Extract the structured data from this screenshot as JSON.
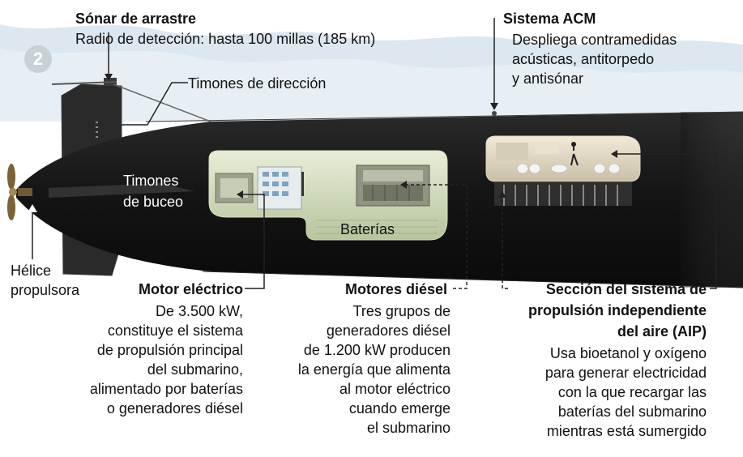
{
  "badge": "2",
  "colors": {
    "hull": "#151515",
    "sea": "#dbe6ee",
    "compartment_fill": "#c9d6b5",
    "leader": "#222222"
  },
  "labels": {
    "sonar": {
      "title": "Sónar de arrastre",
      "text": "Radio de detección: hasta 100 millas (185 km)"
    },
    "acm": {
      "title": "Sistema ACM",
      "lines": [
        "Despliega contramedidas",
        "acústicas, antitorpedo",
        "y antisónar"
      ]
    },
    "rudders": {
      "text": "Timones de dirección"
    },
    "dive_planes": {
      "lines": [
        "Timones",
        "de buceo"
      ]
    },
    "batteries": {
      "text": "Baterías"
    },
    "propeller": {
      "lines": [
        "Hélice",
        "propulsora"
      ]
    },
    "electric_motor": {
      "title": "Motor eléctrico",
      "lines": [
        "De 3.500 kW,",
        "constituye el sistema",
        "de propulsión principal",
        "del submarino,",
        "alimentado por baterías",
        "o generadores diésel"
      ]
    },
    "diesel": {
      "title": "Motores diésel",
      "lines": [
        "Tres grupos de",
        "generadores diésel",
        "de 1.200 kW producen",
        "la energía que alimenta",
        "al motor eléctrico",
        "cuando emerge",
        "el submarino"
      ]
    },
    "aip": {
      "title_lines": [
        "Sección del sistema de",
        "propulsión independiente",
        "del aire (AIP)"
      ],
      "lines": [
        "Usa bioetanol y oxígeno",
        "para generar electricidad",
        "con la que recargar las",
        "baterías del submarino",
        "mientras está sumergido"
      ]
    }
  }
}
